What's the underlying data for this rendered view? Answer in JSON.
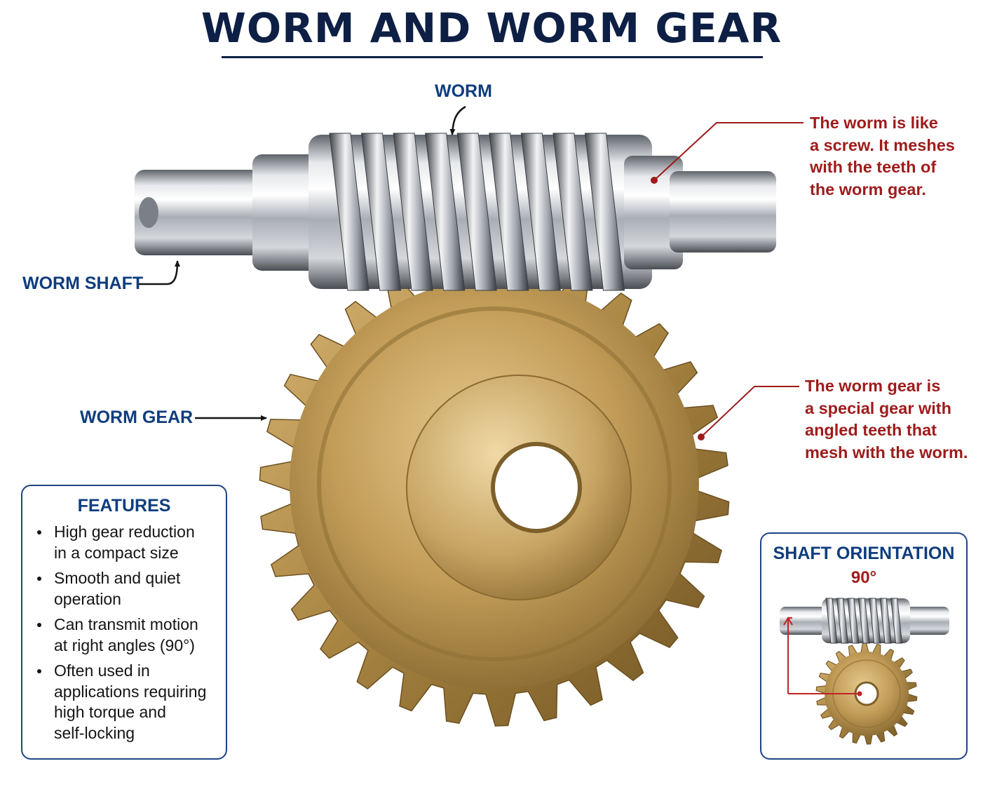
{
  "title": "WORM AND WORM GEAR",
  "labels": {
    "worm": "WORM",
    "worm_shaft": "WORM SHAFT",
    "worm_gear": "WORM GEAR"
  },
  "notes": {
    "worm": [
      "The worm is like",
      "a screw. It meshes",
      "with the teeth of",
      "the worm gear."
    ],
    "worm_gear": [
      "The worm gear is",
      "a special gear with",
      "angled teeth that",
      "mesh with the worm."
    ]
  },
  "features": {
    "title": "FEATURES",
    "items": [
      [
        "High gear reduction",
        "in a compact size"
      ],
      [
        "Smooth and quiet",
        "operation"
      ],
      [
        "Can transmit motion",
        "at right angles (90°)"
      ],
      [
        "Often used in",
        "applications requiring",
        "high torque and",
        "self-locking"
      ]
    ]
  },
  "shaft_orientation": {
    "title": "SHAFT ORIENTATION",
    "angle": "90°"
  },
  "colors": {
    "title": "#0d1f45",
    "label_blue": "#0f3d7e",
    "note_red": "#9e1b1b",
    "bronze": "#b08a48",
    "steel": "#b8bcc2"
  }
}
